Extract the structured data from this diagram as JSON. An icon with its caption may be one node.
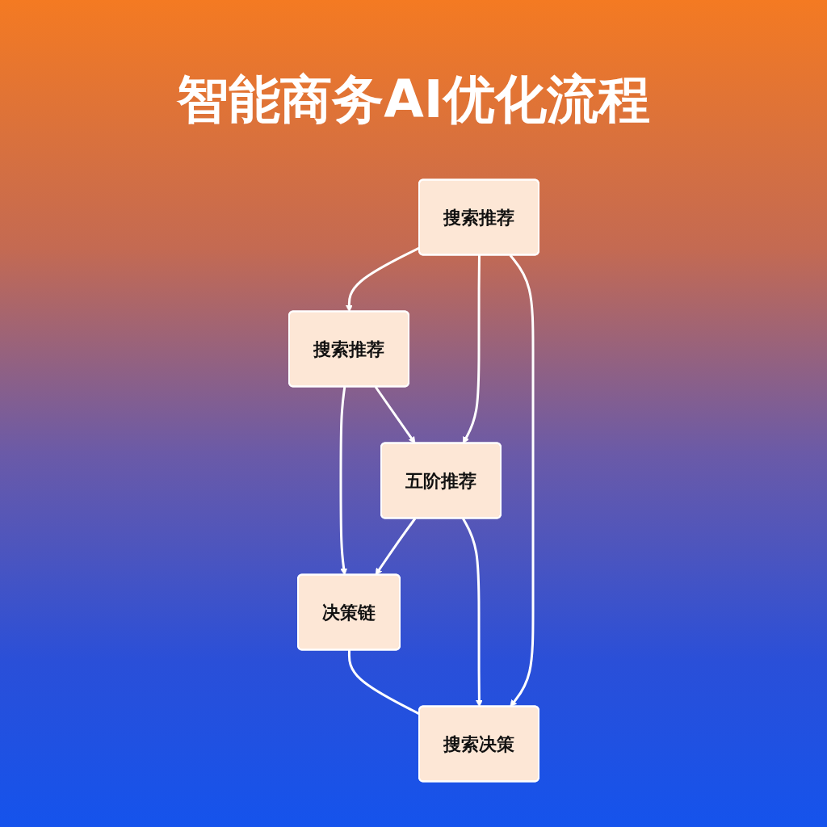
{
  "diagram": {
    "title": "智能商务AI优化流程",
    "nodes": [
      {
        "text": [
          "搜索推荐"
        ]
      },
      {
        "text": [
          "搜索推荐"
        ]
      },
      {
        "text": [
          "五阶推荐"
        ]
      },
      {
        "text": [
          "决策链"
        ]
      },
      {
        "text": [
          "搜索决策"
        ]
      }
    ],
    "edges": [
      {
        "from": 1,
        "to": 0,
        "arrow": "to"
      },
      {
        "from": 0,
        "to": 3,
        "arrow": "to"
      },
      {
        "from": 0,
        "to": 2,
        "arrow": "to"
      },
      {
        "from": 1,
        "to": 2,
        "arrow": "to"
      },
      {
        "from": 2,
        "to": 3,
        "arrow": "to"
      },
      {
        "from": 2,
        "to": 4,
        "arrow": "to"
      },
      {
        "from": 1,
        "to": 4,
        "arrow": "to"
      },
      {
        "from": 3,
        "to": 4,
        "arrow": "none"
      }
    ]
  }
}
